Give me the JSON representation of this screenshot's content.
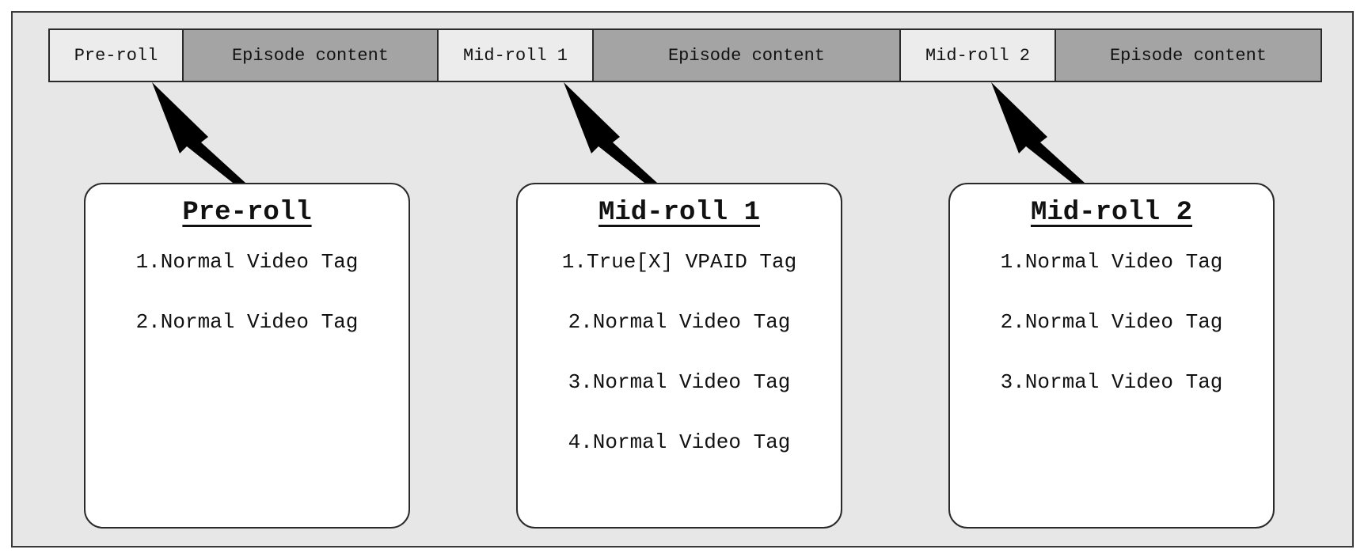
{
  "timeline": {
    "segments": [
      {
        "label": "Pre-roll",
        "kind": "ad"
      },
      {
        "label": "Episode content",
        "kind": "content"
      },
      {
        "label": "Mid-roll 1",
        "kind": "ad"
      },
      {
        "label": "Episode content",
        "kind": "content"
      },
      {
        "label": "Mid-roll 2",
        "kind": "ad"
      },
      {
        "label": "Episode content",
        "kind": "content"
      }
    ]
  },
  "cards": [
    {
      "title": "Pre-roll",
      "items": [
        "1.Normal Video Tag",
        "2.Normal Video Tag"
      ]
    },
    {
      "title": "Mid-roll 1",
      "items": [
        "1.True[X] VPAID Tag",
        "2.Normal Video Tag",
        "3.Normal Video Tag",
        "4.Normal Video Tag"
      ]
    },
    {
      "title": "Mid-roll 2",
      "items": [
        "1.Normal Video Tag",
        "2.Normal Video Tag",
        "3.Normal Video Tag"
      ]
    }
  ],
  "colors": {
    "frame_background": "#e7e7e7",
    "ad_segment": "#ececec",
    "content_segment": "#a4a4a4",
    "card_background": "#ffffff",
    "arrow": "#000000"
  }
}
